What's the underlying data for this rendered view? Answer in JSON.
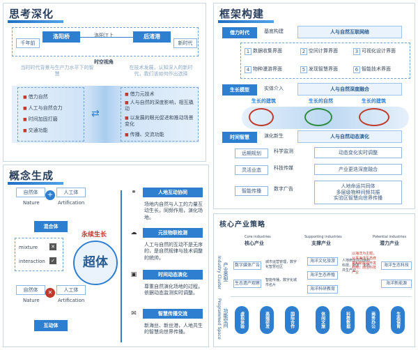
{
  "panel1": {
    "title": "思考深化",
    "top": {
      "left_tag": "千年前",
      "left_name": "洛阳桥",
      "middle": "洛阳江上",
      "right_name": "后渚港",
      "right_tag": "新时代"
    },
    "mid_label": "时空视角",
    "left_note": "当时时代背景与生产力水平下的智慧",
    "right_note": "在技术发展，认知深入的新时代，我们该如何作出选择",
    "left_items": [
      "借力自然",
      "人工与自然合力",
      "时间加固打磨",
      "交通功能"
    ],
    "right_items": [
      "借力元技术",
      "人与自然的深度影响，相互撬动",
      "以发展的眼光促进和推动场景变化",
      "传播、交流功能"
    ]
  },
  "panel2": {
    "title": "框架构建",
    "rows": [
      {
        "label": "借力时代",
        "mid": "基底构建",
        "goal": "人与自然互联网络"
      },
      {
        "label": "生长模型",
        "mid": "实体介入",
        "goal": "人与自然深度融合"
      },
      {
        "label": "时间智慧",
        "mid": "演化新生",
        "goal": "人与自然动态演化"
      }
    ],
    "steps": [
      "数据收集界面",
      "空间计算界面",
      "可视化设计界面",
      "物种漫游界面",
      "发现智慧界面",
      "智能技术界面"
    ],
    "step_nums": [
      "1",
      "2",
      "3",
      "4",
      "5",
      "6"
    ],
    "growth_labels": [
      "生长的建筑",
      "生长的自然",
      "生长的建筑"
    ],
    "bottom": [
      {
        "name": "远期规划",
        "mid": "科学监测",
        "result": "动态变化实时调整"
      },
      {
        "name": "灵活业态",
        "mid": "科技传媒",
        "result": "产业更迭深度融合"
      },
      {
        "name": "智能传播",
        "mid": "数字广告",
        "result": "人地命运共同体\n多层级物种间频共振\n实验区智慧向世界传播"
      }
    ]
  },
  "panel3": {
    "title": "概念生成",
    "top_left": "自然体",
    "top_right": "人工体",
    "top_left_en": "Nature",
    "top_right_en": "Artification",
    "mix": "混合体",
    "mixture": "mixture",
    "interaction": "interaction",
    "growth": "永续生长",
    "super": "超体",
    "bottom_left": "自然体",
    "bottom_right": "人工体",
    "bottom_left_en": "Nature",
    "bottom_right_en": "Artification",
    "interact": "互动体",
    "cards": [
      {
        "title": "人地互动协同",
        "text": "场地内自然与人工的力量互动生长，同频作用，演化场地。"
      },
      {
        "title": "元技物联检测",
        "text": "人工与自然的互动不是无序的，是自然规律与技术调整的统帅。"
      },
      {
        "title": "时间动态演化",
        "text": "尊重自然演化场地的过程，依据动态监测实时调整。"
      },
      {
        "title": "智慧传播交流",
        "text": "新海丝、新丝港，人地共生的智慧向世界传播。"
      }
    ]
  },
  "panel4": {
    "title": "核心产业策略",
    "cols": [
      {
        "en": "Core industries",
        "cn": "核心产业"
      },
      {
        "en": "Supporting industries",
        "cn": "支撑产业"
      },
      {
        "en": "Potential industries",
        "cn": "潜力产业"
      }
    ],
    "side1": "产业类型",
    "side1_en": "Industry Cluster",
    "side2": "功能空间",
    "side2_en": "Programmed Space",
    "core": [
      "数字媒体广告",
      "生态遗产观察"
    ],
    "core_notes": [
      "城市运营管理，数字化智慧社区",
      "智能传播，数字化城市名片"
    ],
    "support": [
      "海洋文化旅游",
      "海洋生态养殖",
      "海洋科研教育"
    ],
    "support_note": "人地命运共同体的科技、研发、生态共生产业",
    "potential": [
      "海洋生态科技",
      "海洋新能源"
    ],
    "potential_note": "以海洋为主题，从事海洋生态修复和新能源开发利用，前沿科技产业",
    "spaces": [
      "虚拟体验",
      "高端研发",
      "国际合作",
      "休闲文旅",
      "科教数据",
      "商务办公",
      "生态保育"
    ]
  },
  "colors": {
    "accent": "#2f7fd0",
    "dark": "#2a3f5c",
    "green": "#2e8b3e",
    "red": "#c0392b"
  }
}
